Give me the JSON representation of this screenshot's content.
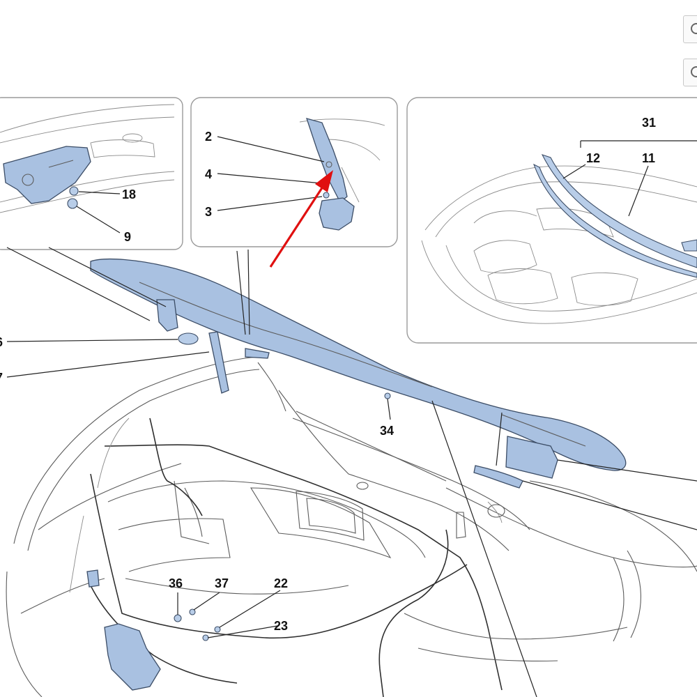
{
  "callouts": {
    "c31": "31",
    "c12": "12",
    "c11": "11",
    "c2": "2",
    "c4": "4",
    "c3": "3",
    "c18": "18",
    "c9": "9",
    "c6": "6",
    "c7": "7",
    "c34": "34",
    "c36": "36",
    "c37": "37",
    "c22": "22",
    "c23": "23"
  },
  "colors": {
    "highlight_part": "#a9c1e1",
    "arrow": "#e01010",
    "inset_border": "#9a9a9a"
  },
  "icons": [
    "zoom-icon",
    "zoom-icon"
  ]
}
